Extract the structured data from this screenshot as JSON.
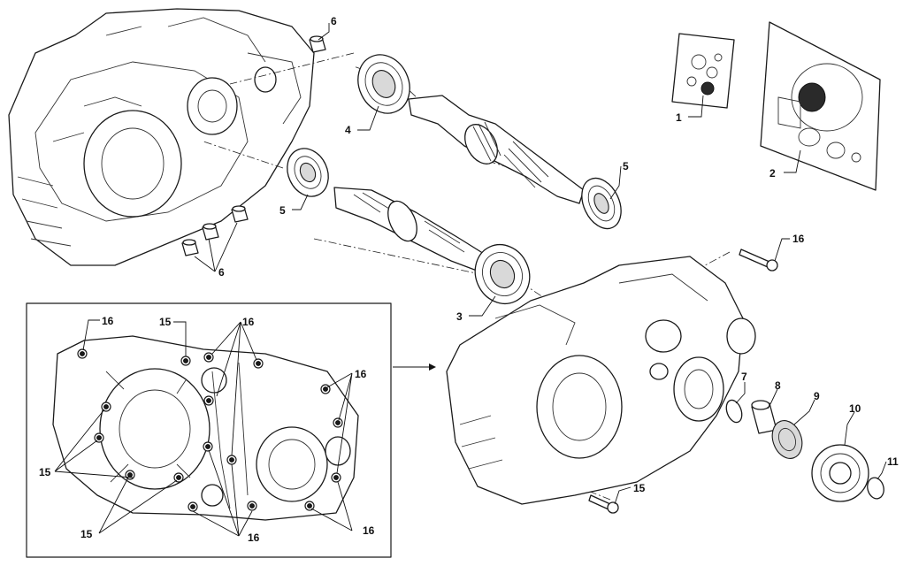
{
  "callouts": {
    "c1": "1",
    "c2": "2",
    "c3": "3",
    "c4": "4",
    "c5a": "5",
    "c5b": "5",
    "c6a": "6",
    "c6b": "6",
    "c7": "7",
    "c8": "8",
    "c9": "9",
    "c10": "10",
    "c11": "11",
    "c15a": "15",
    "c16a": "16",
    "inset15a": "15",
    "inset15b": "15",
    "inset15c": "15",
    "inset16a": "16",
    "inset16b": "16",
    "inset16c": "16",
    "inset16d": "16",
    "inset16e": "16"
  },
  "icons": {
    "inset_arrow": "arrow-right-icon"
  }
}
